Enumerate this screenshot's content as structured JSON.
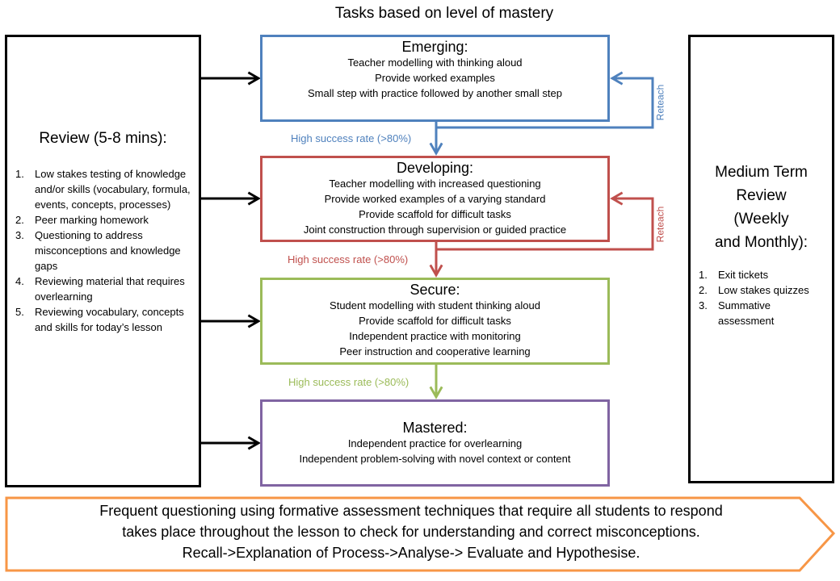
{
  "title": "Tasks based on level of mastery",
  "review": {
    "heading": "Review (5-8 mins):",
    "items": [
      {
        "num": "1.",
        "text": "Low stakes testing of knowledge and/or skills (vocabulary, formula, events, concepts, processes)"
      },
      {
        "num": "2.",
        "text": "Peer marking homework"
      },
      {
        "num": "3.",
        "text": "Questioning to address misconceptions and knowledge gaps"
      },
      {
        "num": "4.",
        "text": "Reviewing material that requires overlearning"
      },
      {
        "num": "5.",
        "text": "Reviewing vocabulary, concepts and skills for today’s lesson"
      }
    ]
  },
  "medium_term": {
    "heading_lines": [
      "Medium Term",
      "Review",
      "(Weekly",
      "and Monthly):"
    ],
    "items": [
      {
        "num": "1.",
        "text": "Exit tickets"
      },
      {
        "num": "2.",
        "text": "Low stakes quizzes"
      },
      {
        "num": "3.",
        "text": "Summative assessment"
      }
    ]
  },
  "levels": {
    "emerging": {
      "heading": "Emerging:",
      "lines": [
        "Teacher modelling with thinking aloud",
        "Provide worked examples",
        "Small step with practice followed by another small step"
      ]
    },
    "developing": {
      "heading": "Developing:",
      "lines": [
        "Teacher modelling with increased questioning",
        "Provide worked examples of a varying standard",
        "Provide scaffold for difficult tasks",
        "Joint construction through supervision or guided practice"
      ]
    },
    "secure": {
      "heading": "Secure:",
      "lines": [
        "Student modelling with student thinking aloud",
        "Provide scaffold for difficult tasks",
        "Independent practice with monitoring",
        "Peer instruction and cooperative learning"
      ]
    },
    "mastered": {
      "heading": "Mastered:",
      "lines": [
        "Independent practice for overlearning",
        "Independent problem-solving with novel context or content"
      ]
    }
  },
  "transitions": {
    "success_1": "High success rate (>80%)",
    "success_2": "High success rate (>80%)",
    "success_3": "High success rate (>80%)",
    "reteach_1": "Reteach",
    "reteach_2": "Reteach"
  },
  "footer": {
    "lines": [
      "Frequent questioning using formative assessment techniques that require all students to respond",
      "takes place throughout the lesson to check for understanding and correct misconceptions.",
      "Recall->Explanation of Process->Analyse-> Evaluate and Hypothesise."
    ]
  },
  "colors": {
    "emerging": "#4f81bd",
    "developing": "#c0504d",
    "secure": "#9bbb59",
    "mastered": "#8064a2",
    "footer_border": "#f79646"
  }
}
